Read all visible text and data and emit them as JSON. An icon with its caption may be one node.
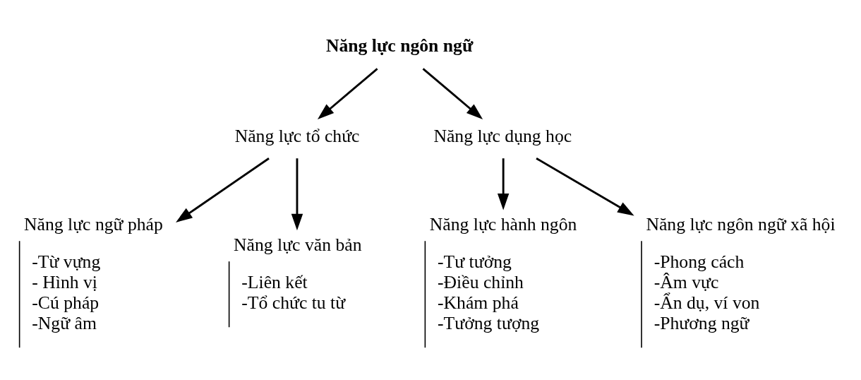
{
  "diagram": {
    "nodes": [
      {
        "text": [
          "Năng lực ngôn ngữ"
        ]
      },
      {
        "text": [
          "Năng lực tổ chức"
        ]
      },
      {
        "text": [
          "Năng lực dụng học"
        ]
      },
      {
        "text": [
          "Năng lực ngữ pháp",
          "-Từ vựng",
          "- Hình vị",
          "-Cú pháp",
          "-Ngữ âm"
        ]
      },
      {
        "text": [
          "Năng lực văn bản",
          "-Liên kết",
          "-Tổ chức tu từ"
        ]
      },
      {
        "text": [
          "Năng lực hành ngôn",
          "-Tư tưởng",
          "-Điều chỉnh",
          "-Khám phá",
          "-Tưởng tượng"
        ]
      },
      {
        "text": [
          "Năng lực ngôn ngữ xã hội",
          "-Phong cách",
          "-Âm vực",
          "-Ẩn dụ, ví von",
          "-Phương ngữ"
        ]
      }
    ],
    "edges": [
      {
        "from": 0,
        "to": 1,
        "arrow": "to"
      },
      {
        "from": 0,
        "to": 2,
        "arrow": "to"
      },
      {
        "from": 1,
        "to": 3,
        "arrow": "to"
      },
      {
        "from": 1,
        "to": 4,
        "arrow": "to"
      },
      {
        "from": 2,
        "to": 5,
        "arrow": "to"
      },
      {
        "from": 2,
        "to": 6,
        "arrow": "to"
      }
    ]
  }
}
